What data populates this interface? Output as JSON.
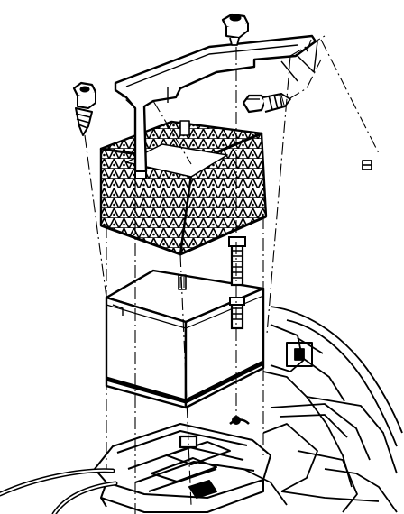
{
  "diagram": {
    "kind": "exploded-view-line-drawing",
    "components": [
      {
        "id": "hold-down-nut",
        "icon": "nut-icon"
      },
      {
        "id": "hold-down-clamp",
        "icon": "bracket-icon"
      },
      {
        "id": "bracket-bolt",
        "icon": "bolt-icon"
      },
      {
        "id": "hold-down-screw",
        "icon": "screw-icon"
      },
      {
        "id": "battery-heat-shield",
        "icon": "mesh-basket-icon"
      },
      {
        "id": "j-bolt",
        "icon": "threaded-rod-icon"
      },
      {
        "id": "battery",
        "icon": "battery-icon"
      },
      {
        "id": "battery-tray",
        "icon": "tray-icon"
      },
      {
        "id": "battery-cable",
        "icon": "cable-icon"
      },
      {
        "id": "vehicle-body-structure",
        "icon": "vehicle-body-icon"
      }
    ],
    "colors": {
      "line": "#000000",
      "background": "#ffffff"
    }
  }
}
